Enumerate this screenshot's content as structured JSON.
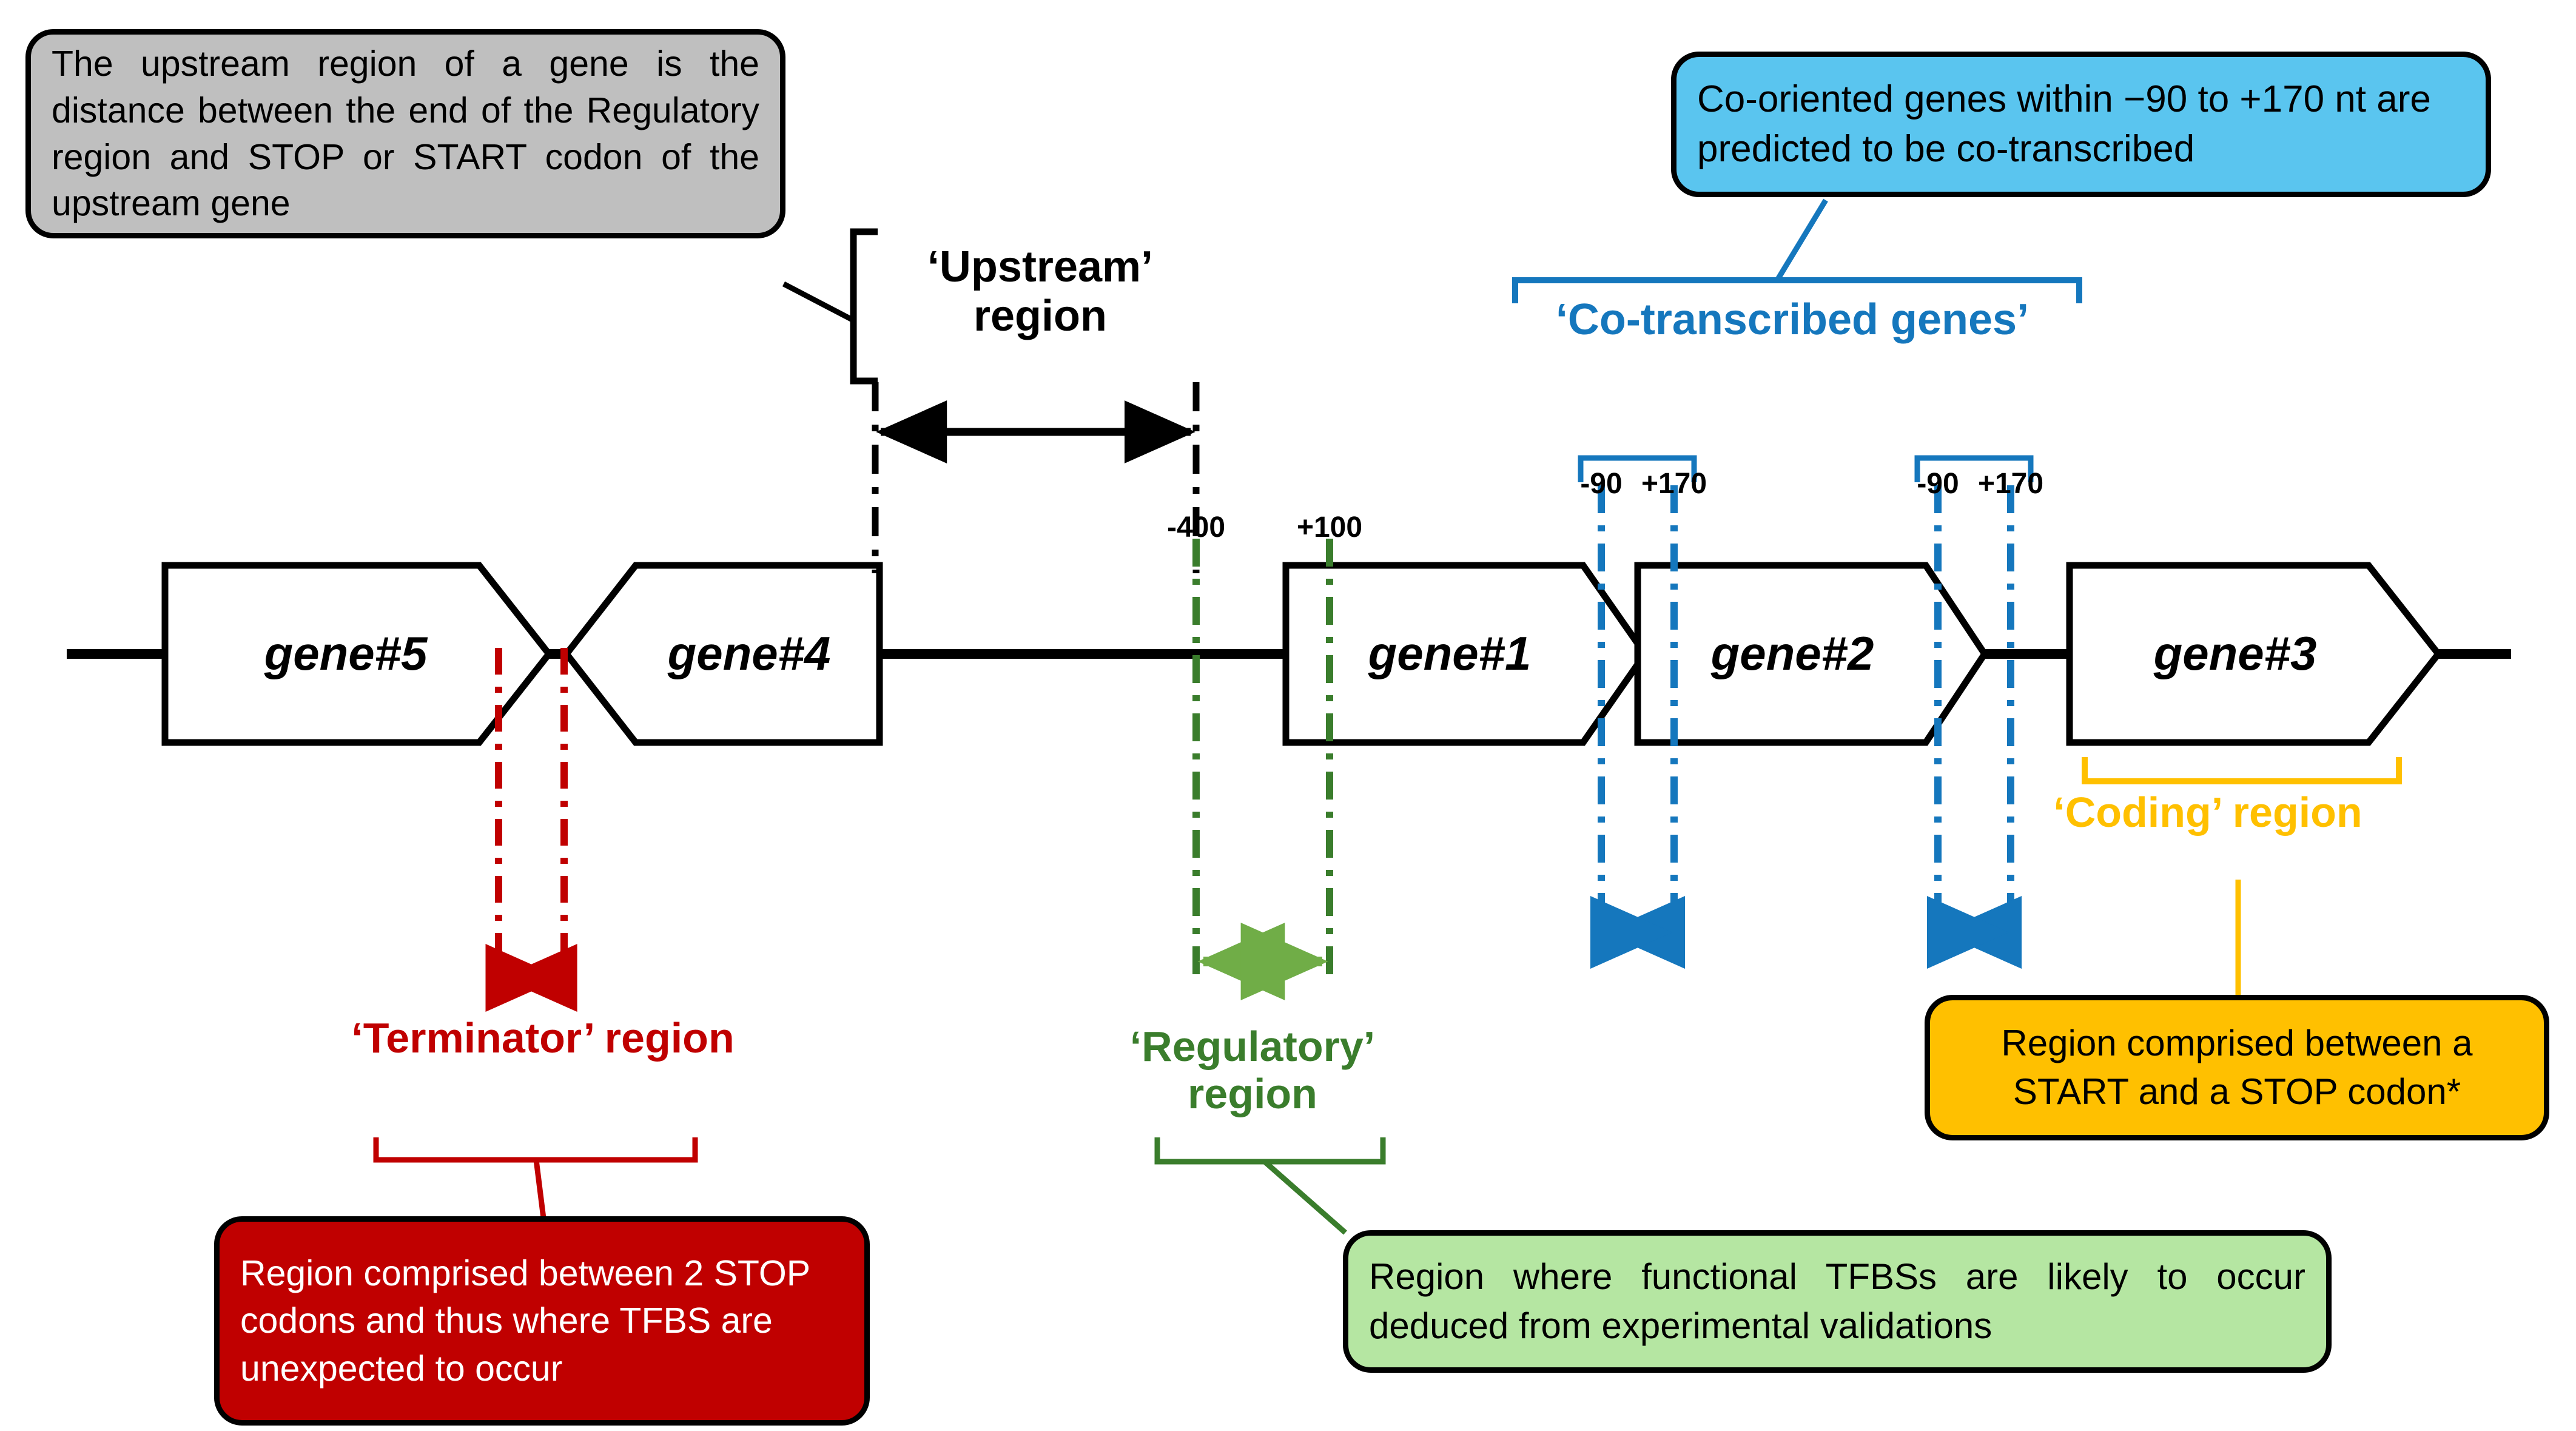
{
  "diagram": {
    "title": "Gene region definitions diagram",
    "colors": {
      "black": "#000000",
      "gray_box": "#bfbfbf",
      "blue": "#1577bd",
      "blue_box": "#5ac5ef",
      "red": "#c00000",
      "green_dark": "#3a7d2c",
      "green_arrow": "#70ad47",
      "green_box": "#b5e6a2",
      "orange": "#ffc000"
    }
  },
  "callouts": {
    "upstream_definition": "The upstream region of a gene is the distance between the end of the Regulatory region and STOP or START codon of the upstream gene",
    "cotranscribed": "Co-oriented genes within −90 to +170 nt are predicted to be co-transcribed",
    "terminator": "Region comprised between 2 STOP codons and thus where TFBS are unexpected to occur",
    "regulatory": "Region where functional TFBSs are likely to occur deduced from experimental validations",
    "coding": "Region comprised between a START and a STOP codon*"
  },
  "region_labels": {
    "upstream": "‘Upstream’ region",
    "cotranscribed": "‘Co-transcribed genes’",
    "terminator": "‘Terminator’ region",
    "regulatory": "‘Regulatory’ region",
    "coding": "‘Coding’ region"
  },
  "genes": [
    {
      "name": "gene#5",
      "orientation": "right"
    },
    {
      "name": "gene#4",
      "orientation": "left"
    },
    {
      "name": "gene#1",
      "orientation": "right"
    },
    {
      "name": "gene#2",
      "orientation": "right"
    },
    {
      "name": "gene#3",
      "orientation": "right"
    }
  ],
  "coordinate_ticks": [
    {
      "label": "-400",
      "color": "green"
    },
    {
      "label": "+100",
      "color": "green"
    },
    {
      "label": "-90",
      "color": "blue",
      "instance": 1
    },
    {
      "label": "+170",
      "color": "blue",
      "instance": 1
    },
    {
      "label": "-90",
      "color": "blue",
      "instance": 2
    },
    {
      "label": "+170",
      "color": "blue",
      "instance": 2
    }
  ]
}
